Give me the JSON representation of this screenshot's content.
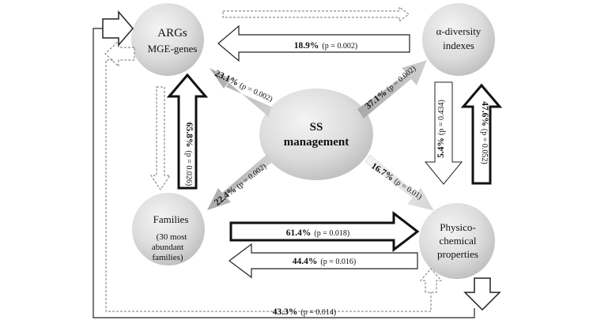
{
  "nodes": {
    "args": {
      "line1": "ARGs",
      "line2": "MGE-genes"
    },
    "alpha": {
      "line1": "α-diversity",
      "line2": "indexes"
    },
    "ss": {
      "line1": "SS",
      "line2": "management"
    },
    "families": {
      "line1": "Families",
      "sub1": "(30 most",
      "sub2": "abundant",
      "sub3": "families)"
    },
    "physico": {
      "line1": "Physico-",
      "line2": "chemical",
      "line3": "properties"
    }
  },
  "arrows": {
    "alpha_to_args": {
      "pct": "18.9%",
      "p": "(p = 0.002)"
    },
    "ss_to_args": {
      "pct": "23.1%",
      "p": "(p = 0.002)"
    },
    "ss_to_alpha": {
      "pct": "37.1%",
      "p": "(p = 0.002)"
    },
    "families_to_args": {
      "pct": "65.8%",
      "p": "(p = 0.026)"
    },
    "alpha_to_physico": {
      "pct": "5.4%",
      "p": "(p = 0.434)"
    },
    "physico_to_alpha": {
      "pct": "47.6%",
      "p": "(p = 0.052)"
    },
    "ss_to_families": {
      "pct": "22.4%",
      "p": "(p = 0.002)"
    },
    "ss_to_physico": {
      "pct": "16.7%",
      "p": "(p = 0.01)"
    },
    "families_to_physico": {
      "pct": "61.4%",
      "p": "(p = 0.018)"
    },
    "physico_to_families": {
      "pct": "44.4%",
      "p": "(p = 0.016)"
    },
    "physico_to_args": {
      "pct": "43.3%",
      "p": "(p = 0.014)"
    }
  }
}
